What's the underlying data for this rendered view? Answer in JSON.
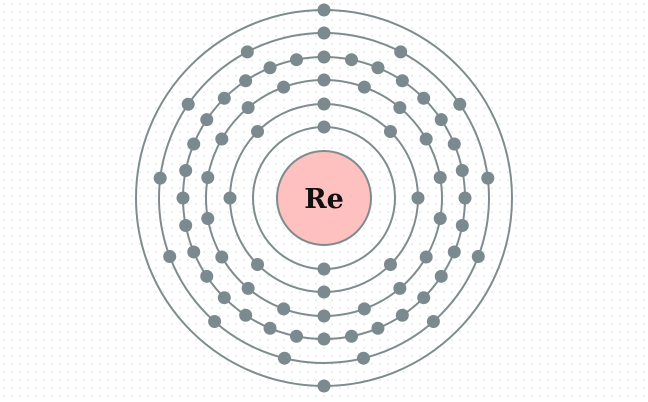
{
  "element_symbol": "Re",
  "shells": [
    2,
    8,
    18,
    32,
    13,
    2
  ],
  "colors": {
    "nucleus_fill": "#ffc0c0",
    "nucleus_stroke": "#7f8c8d",
    "shell": "#7f8c8d",
    "electron": "#7a8a8e"
  }
}
